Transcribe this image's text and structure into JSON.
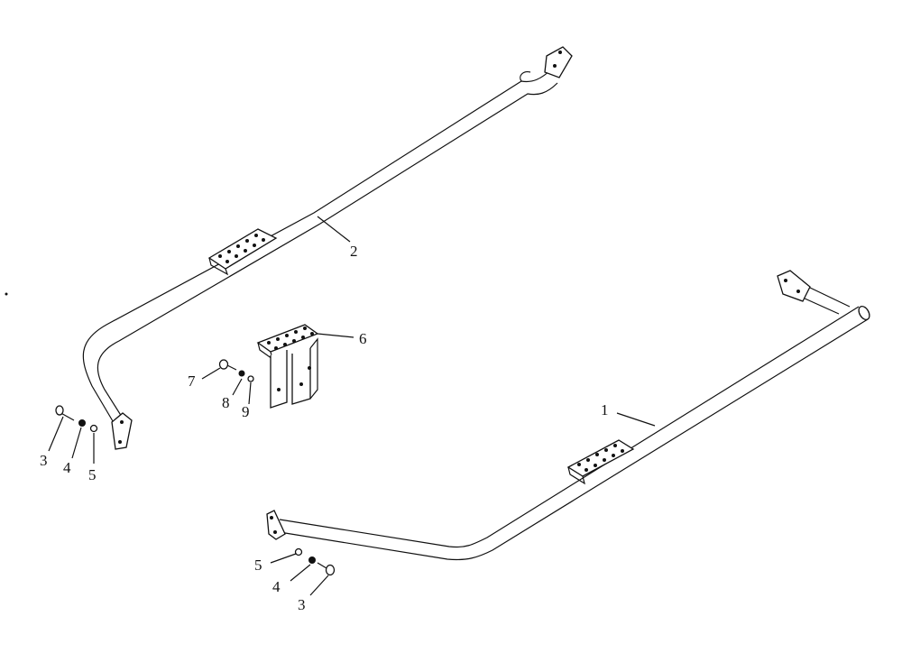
{
  "diagram": {
    "callouts": {
      "c1": "1",
      "c2": "2",
      "c3a": "3",
      "c4a": "4",
      "c5a": "5",
      "c6": "6",
      "c7": "7",
      "c8": "8",
      "c9": "9",
      "c5b": "5",
      "c4b": "4",
      "c3b": "3"
    }
  }
}
